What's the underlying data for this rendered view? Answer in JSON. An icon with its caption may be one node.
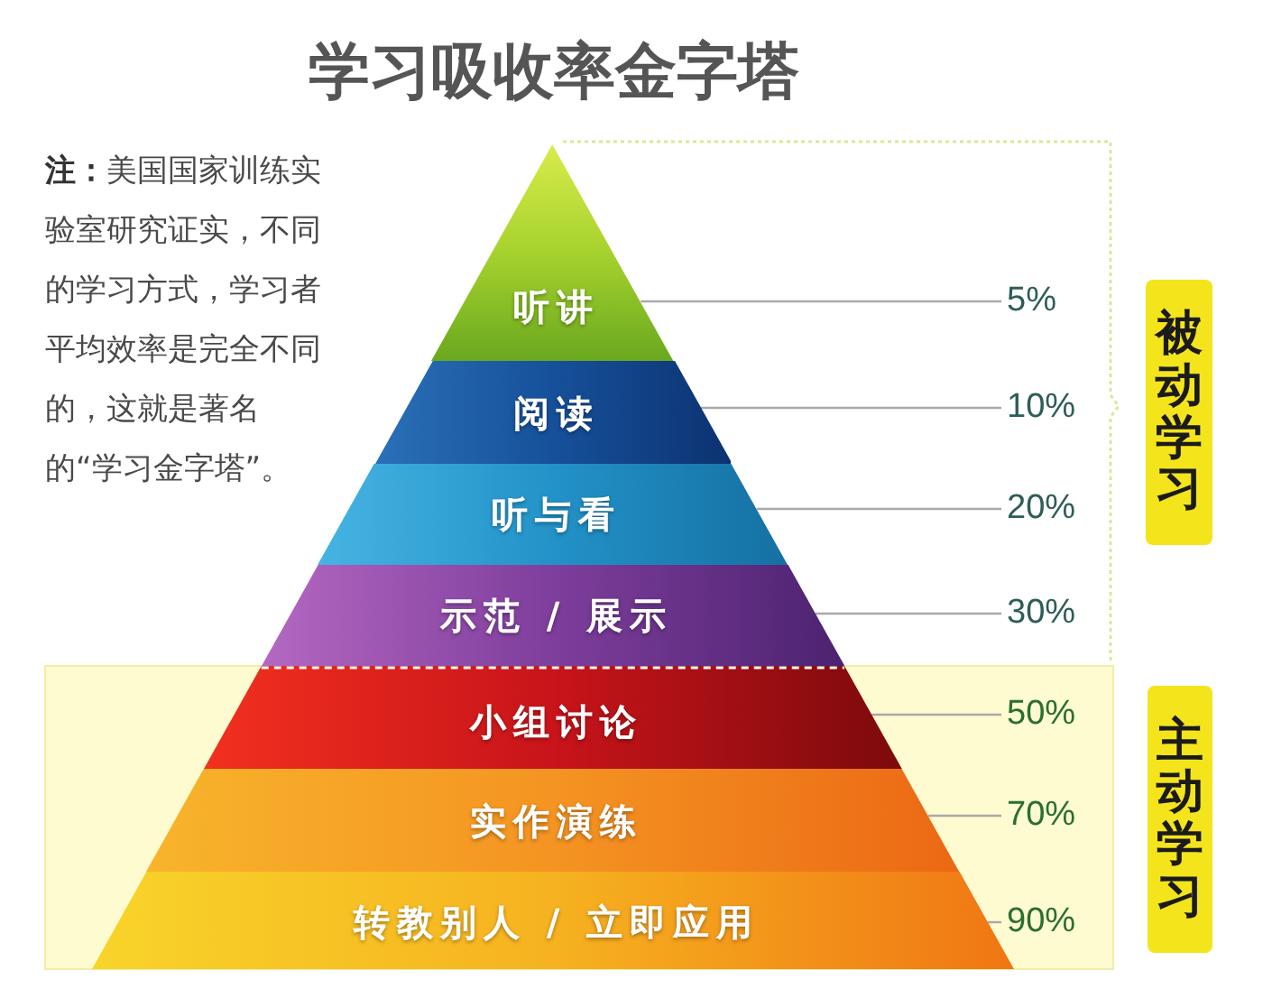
{
  "diagram": {
    "title": "学习吸收率金字塔",
    "nodes": [
      {
        "text": [
          "听讲"
        ]
      },
      {
        "text": [
          "阅读"
        ]
      },
      {
        "text": [
          "听与看"
        ]
      },
      {
        "text": [
          "示范 / 展示"
        ]
      },
      {
        "text": [
          "小组讨论"
        ]
      },
      {
        "text": [
          "实作演练"
        ]
      },
      {
        "text": [
          "转教别人 / 立即应用"
        ]
      },
      {
        "text": [
          "5%"
        ]
      },
      {
        "text": [
          "10%"
        ]
      },
      {
        "text": [
          "20%"
        ]
      },
      {
        "text": [
          "30%"
        ]
      },
      {
        "text": [
          "50%"
        ]
      },
      {
        "text": [
          "70%"
        ]
      },
      {
        "text": [
          "90%"
        ]
      },
      {
        "text": [
          "被动学习"
        ]
      },
      {
        "text": [
          "主动学习"
        ]
      }
    ],
    "edges": [
      {
        "from": 7,
        "to": 0,
        "arrow": "none"
      },
      {
        "from": 8,
        "to": 1,
        "arrow": "none"
      },
      {
        "from": 9,
        "to": 2,
        "arrow": "none"
      },
      {
        "from": 10,
        "to": 3,
        "arrow": "none"
      },
      {
        "from": 11,
        "to": 4,
        "arrow": "none"
      },
      {
        "from": 12,
        "to": 5,
        "arrow": "none"
      },
      {
        "from": 13,
        "to": 6,
        "arrow": "none"
      }
    ],
    "labels": [
      "**注：**美国国家训练实验室研究证实，不同的学习方式，学习者平均效率是完全不同的，这就是著名的“学习金字塔”。"
    ]
  }
}
